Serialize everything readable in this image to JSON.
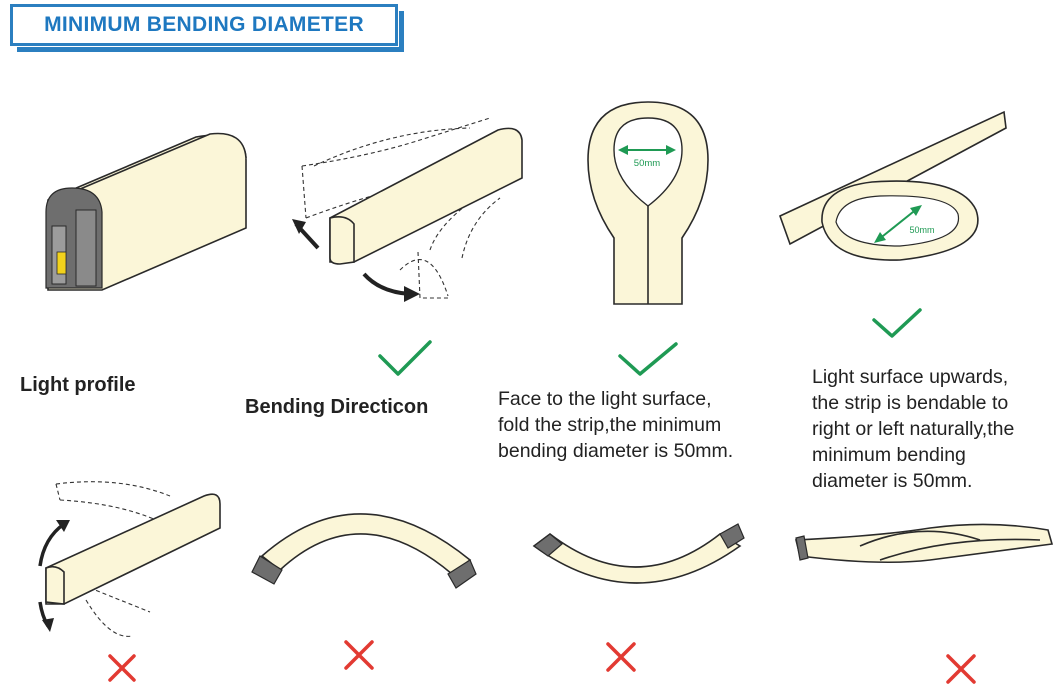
{
  "header": {
    "title": "MINIMUM BENDING DIAMETER"
  },
  "labels": {
    "light_profile": "Light profile",
    "bending_direction": "Bending Directicon"
  },
  "notes": {
    "face_fold": [
      "Face to the light surface,",
      "fold the strip,the minimum",
      "bending diameter is 50mm."
    ],
    "surface_up": [
      "Light surface upwards,",
      "the strip is bendable to",
      "right or left naturally,the",
      "minimum bending",
      "diameter is 50mm."
    ]
  },
  "dimensions": {
    "loop_diameter": "50mm",
    "coil_diameter": "50mm"
  },
  "marks": {
    "ok_symbol": "check",
    "no_symbol": "cross",
    "ok_color": "#1f9a54",
    "no_color": "#e23a32",
    "accent": "#1e78c0"
  }
}
